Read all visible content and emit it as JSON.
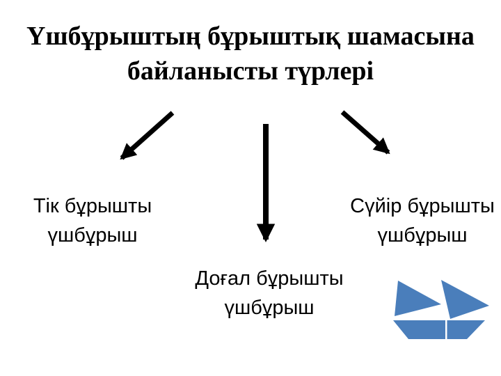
{
  "slide": {
    "background_color": "#ffffff",
    "title": "Үшбұрыштың бұрыштық шамасына\nбайланысты түрлері",
    "branches": [
      {
        "label": "Тік бұрышты\nүшбұрыш",
        "arrow_icon": "arrow-down-left"
      },
      {
        "label": "Доғал бұрышты\nүшбұрыш",
        "arrow_icon": "arrow-down"
      },
      {
        "label": "Сүйір бұрышты\nүшбұрыш",
        "arrow_icon": "arrow-down-right"
      }
    ],
    "logo": {
      "icon": "sailboat",
      "color": "#4a7ebb",
      "divider_color": "#ffffff"
    },
    "colors": {
      "text": "#000000",
      "arrow": "#000000"
    }
  }
}
